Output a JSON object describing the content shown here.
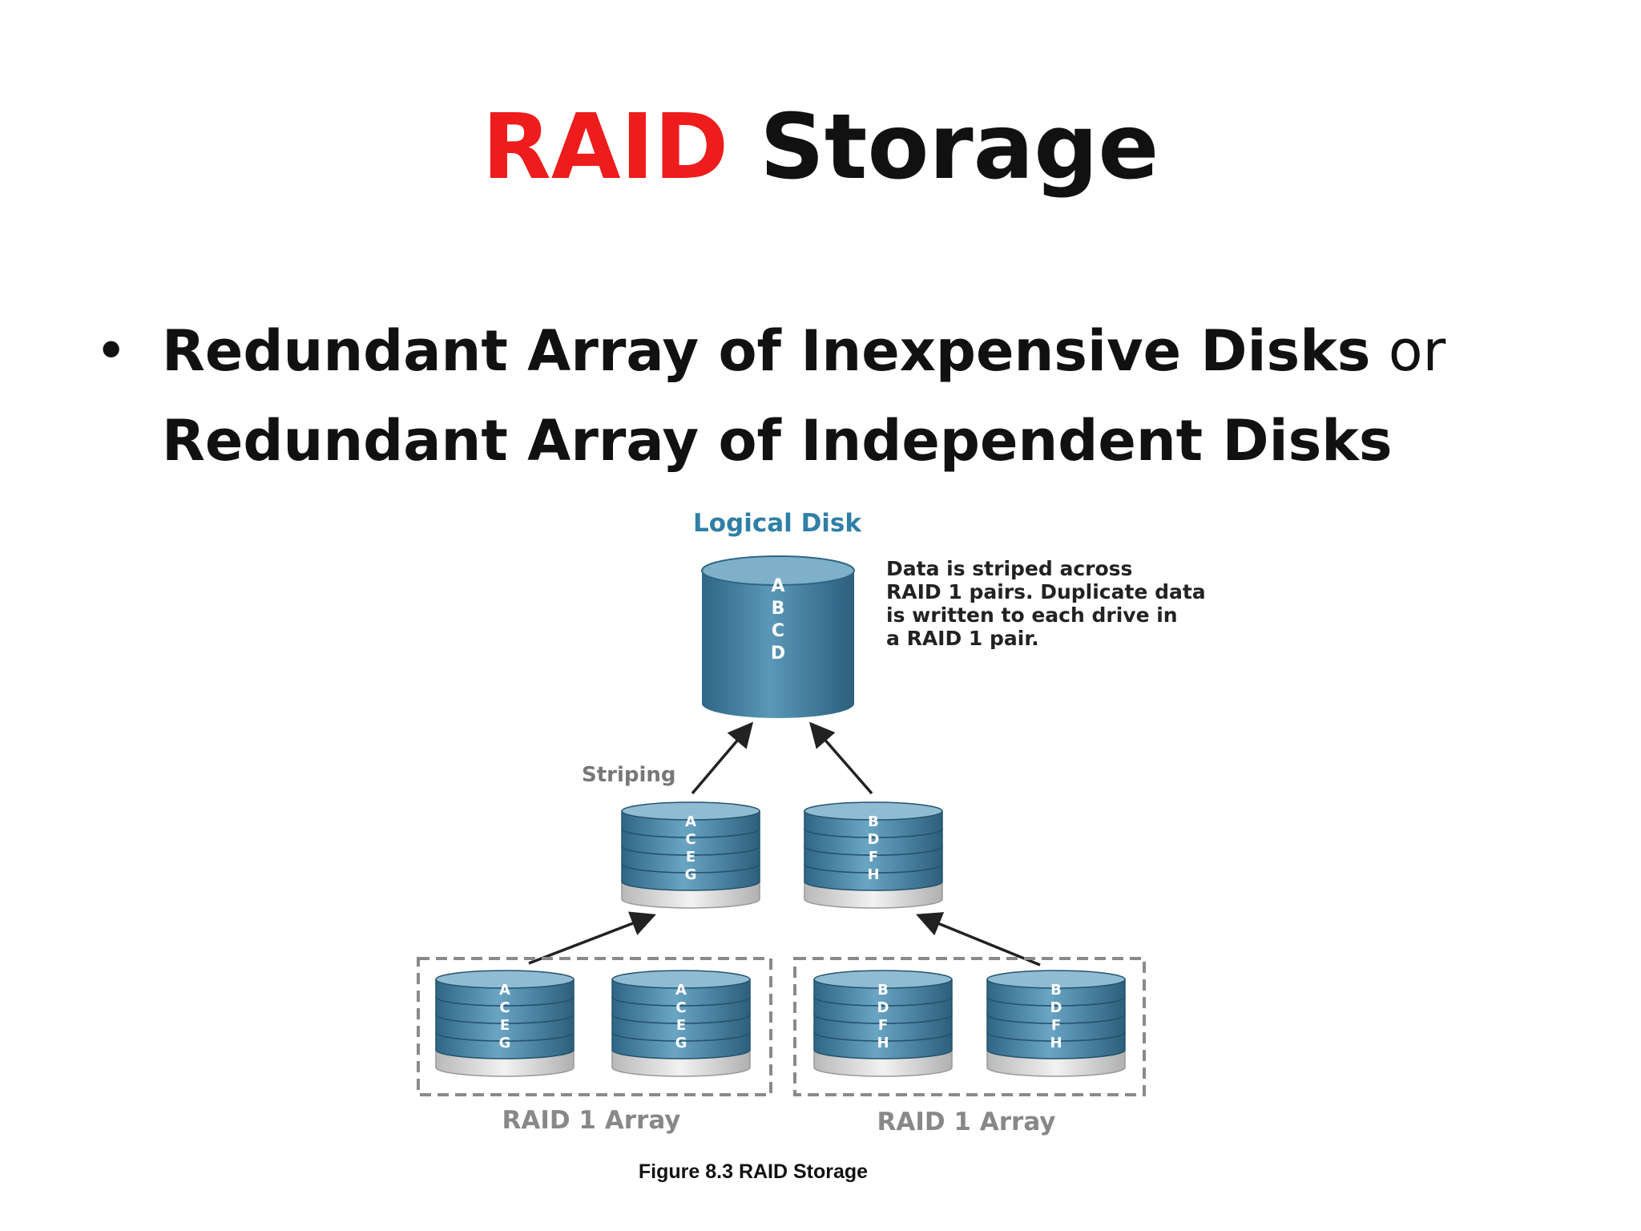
{
  "title": {
    "accent": "RAID",
    "rest": "Storage"
  },
  "bullet": {
    "line1_bold": "Redundant Array of Inexpensive Disks",
    "line1_normal": "or",
    "line2_bold": "Redundant Array of Independent Disks"
  },
  "diagram": {
    "logical_disk_label": "Logical Disk",
    "logical_disk_letters": "A B C D",
    "note_lines": [
      "Data is striped across",
      "RAID 1 pairs. Duplicate data",
      "is written to each drive in",
      "a RAID 1 pair."
    ],
    "striping_label": "Striping",
    "mid_disks": [
      {
        "letters": [
          "A",
          "C",
          "E",
          "G"
        ]
      },
      {
        "letters": [
          "B",
          "D",
          "F",
          "H"
        ]
      }
    ],
    "arrays": [
      {
        "label": "RAID 1 Array",
        "disks": [
          [
            "A",
            "C",
            "E",
            "G"
          ],
          [
            "A",
            "C",
            "E",
            "G"
          ]
        ]
      },
      {
        "label": "RAID 1 Array",
        "disks": [
          [
            "B",
            "D",
            "F",
            "H"
          ],
          [
            "B",
            "D",
            "F",
            "H"
          ]
        ]
      }
    ],
    "caption": "Figure 8.3 RAID Storage"
  },
  "colors": {
    "accent": "#ee1c1c",
    "disk_blue": "#4a86a8",
    "disk_dark": "#2f6685",
    "disk_light": "#9cc2d6",
    "title_teal": "#2f7fa6",
    "dashed": "#8a8a8a"
  }
}
